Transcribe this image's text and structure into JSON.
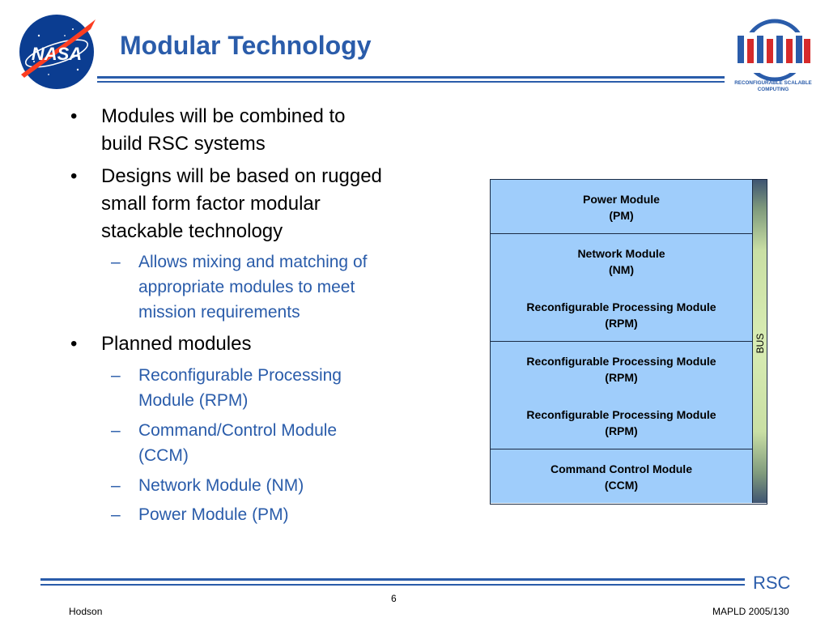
{
  "header": {
    "title": "Modular Technology",
    "nasa_logo_text": "NASA",
    "rsc_logo_text": "RECONFIGURABLE SCALABLE COMPUTING"
  },
  "bullets": [
    {
      "lines": [
        "Modules will be combined to",
        "build RSC systems"
      ]
    },
    {
      "lines": [
        "Designs will be based on rugged",
        "small form factor modular",
        "stackable technology"
      ],
      "sub": [
        {
          "lines": [
            "Allows mixing and matching of",
            "appropriate modules to meet",
            "mission requirements"
          ]
        }
      ]
    },
    {
      "lines": [
        "Planned modules"
      ],
      "sub": [
        {
          "lines": [
            "Reconfigurable Processing",
            "Module (RPM)"
          ]
        },
        {
          "lines": [
            "Command/Control Module",
            "(CCM)"
          ]
        },
        {
          "lines": [
            "Network Module (NM)"
          ]
        },
        {
          "lines": [
            "Power Module (PM)"
          ]
        }
      ]
    }
  ],
  "diagram": {
    "modules": [
      {
        "name": "Power Module",
        "abbr": "(PM)"
      },
      {
        "name": "Network Module",
        "abbr": "(NM)"
      },
      {
        "name": "Reconfigurable Processing Module",
        "abbr": "(RPM)"
      },
      {
        "name": "Reconfigurable Processing Module",
        "abbr": "(RPM)"
      },
      {
        "name": "Reconfigurable Processing Module",
        "abbr": "(RPM)"
      },
      {
        "name": "Command Control Module",
        "abbr": "(CCM)"
      }
    ],
    "bus_label": "BUS"
  },
  "footer": {
    "logo": "RSC",
    "author": "Hodson",
    "page": "6",
    "event": "MAPLD 2005/130"
  },
  "colors": {
    "accent": "#2a5caa",
    "module_fill": "#9fcdfb",
    "border": "#1b2b44"
  }
}
